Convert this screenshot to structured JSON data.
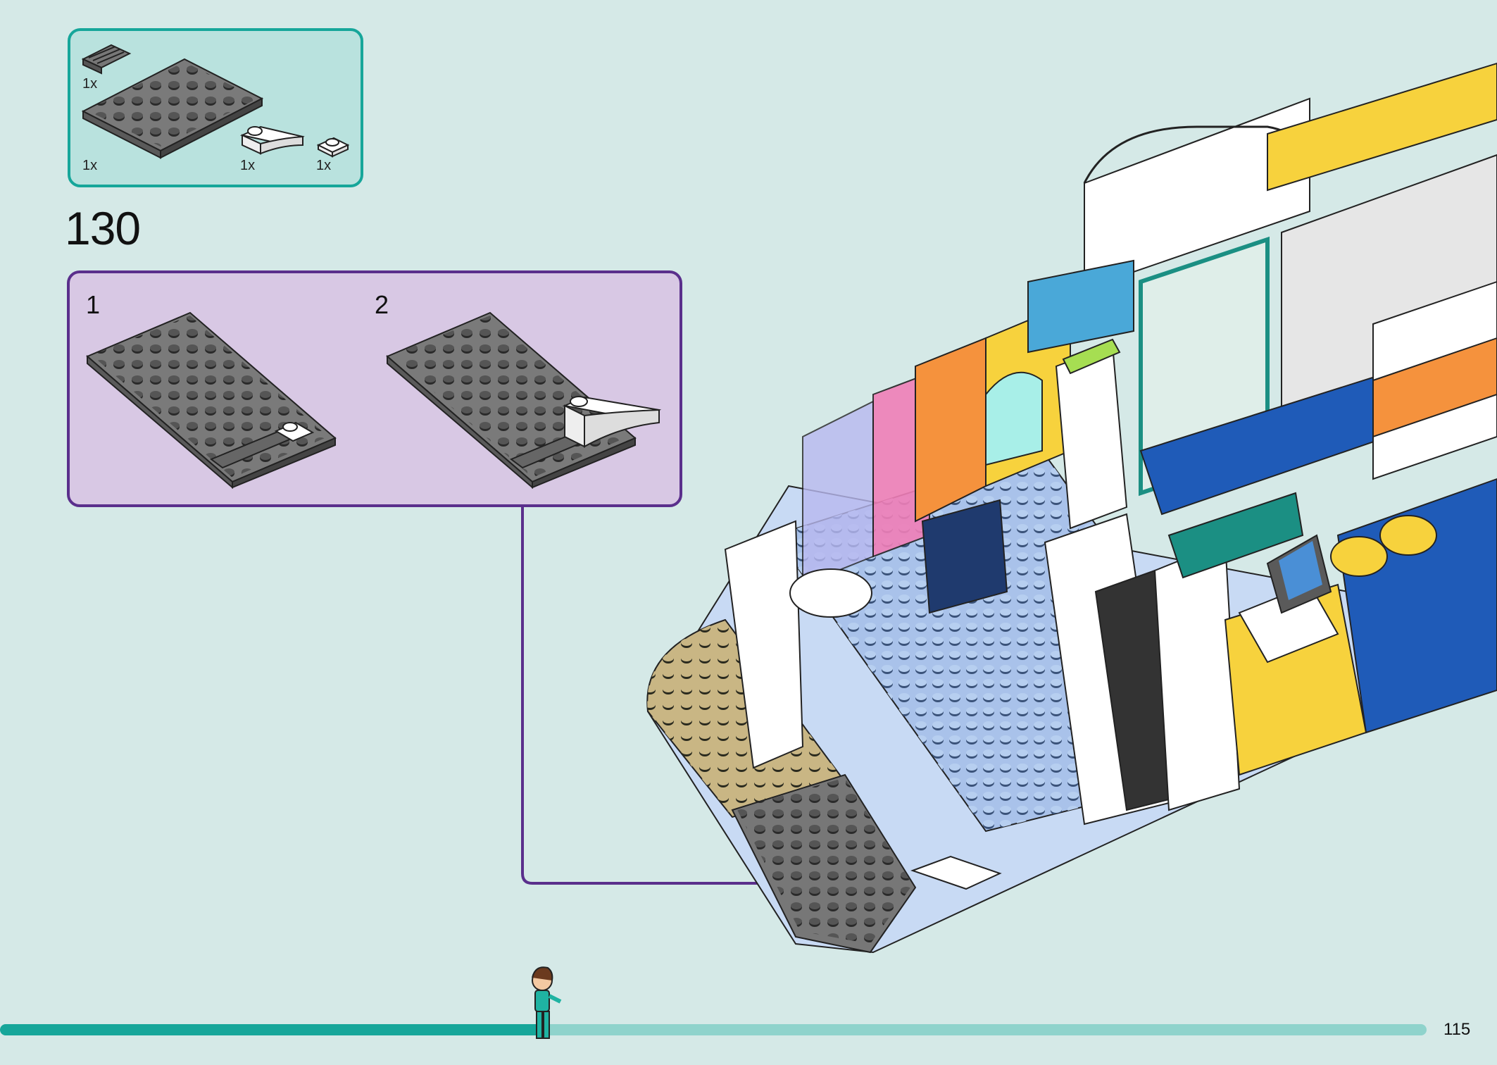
{
  "parts_list": {
    "items": [
      {
        "qty": "1x",
        "icon": "grille-tile-icon"
      },
      {
        "qty": "1x",
        "icon": "grey-plate-icon"
      },
      {
        "qty": "1x",
        "icon": "white-curved-slope-icon"
      },
      {
        "qty": "1x",
        "icon": "white-plate-1x1-icon"
      }
    ]
  },
  "step": {
    "number": "130"
  },
  "substeps": [
    {
      "label": "1"
    },
    {
      "label": "2"
    }
  ],
  "page": {
    "number": "115"
  },
  "colors": {
    "accent": "#16a69a",
    "substep_border": "#5a2f8c",
    "substep_fill": "#d8c8e4",
    "background": "#d5e9e7",
    "progress_done": "#16a69a",
    "progress_todo": "#8fd3cc"
  },
  "progress": {
    "fraction": 0.37
  }
}
